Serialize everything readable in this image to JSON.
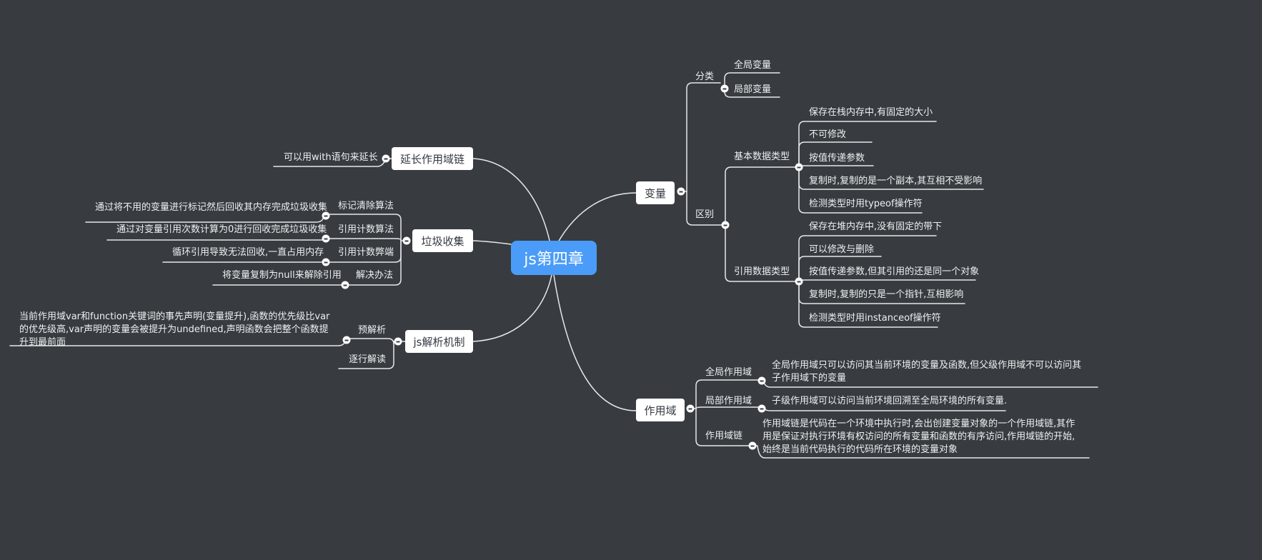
{
  "root": {
    "label": "js第四章"
  },
  "branches": {
    "bianliang": {
      "label": "变量",
      "fenlei": {
        "label": "分类",
        "items": [
          "全局变量",
          "局部变量"
        ]
      },
      "qubie": {
        "label": "区别",
        "jiben": {
          "label": "基本数据类型",
          "items": [
            "保存在栈内存中,有固定的大小",
            "不可修改",
            "按值传递参数",
            "复制时,复制的是一个副本,其互相不受影响",
            "检测类型时用typeof操作符"
          ]
        },
        "yinyong": {
          "label": "引用数据类型",
          "items": [
            "保存在堆内存中,没有固定的带下",
            "可以修改与删除",
            "按值传递参数,但其引用的还是同一个对象",
            "复制时,复制的只是一个指针,互相影响",
            "检测类型时用instanceof操作符"
          ]
        }
      }
    },
    "zuoyongyu": {
      "label": "作用域",
      "quanju": {
        "label": "全局作用域",
        "desc": "全局作用域只可以访问其当前环境的变量及函数,但父级作用域不可以访问其子作用域下的变量"
      },
      "jubu": {
        "label": "局部作用域",
        "desc": "子级作用域可以访问当前环境回溯至全局环境的所有变量."
      },
      "lian": {
        "label": "作用域链",
        "desc": "作用域链是代码在一个环境中执行时,会出创建变量对象的一个作用域链,其作用是保证对执行环境有权访问的所有变量和函数的有序访问,作用域链的开始,始终是当前代码执行的代码所在环境的变量对象"
      }
    },
    "yanchang": {
      "label": "延长作用域链",
      "child": "可以用with语句来延长"
    },
    "laji": {
      "label": "垃圾收集",
      "children": [
        {
          "label": "标记清除算法",
          "desc": "通过将不用的变量进行标记然后回收其内存完成垃圾收集"
        },
        {
          "label": "引用计数算法",
          "desc": "通过对变量引用次数计算为0进行回收完成垃圾收集"
        },
        {
          "label": "引用计数弊端",
          "desc": "循环引用导致无法回收,一直占用内存"
        },
        {
          "label": "解决办法",
          "desc": "将变量复制为null来解除引用"
        }
      ]
    },
    "jiexi": {
      "label": "js解析机制",
      "yujiexi": {
        "label": "预解析",
        "desc": "当前作用域var和function关键词的事先声明(变量提升),函数的优先级比var的优先级高,var声明的变量会被提升为undefined,声明函数会把整个函数提升到最前面"
      },
      "zhuhang": {
        "label": "逐行解读"
      }
    }
  },
  "colors": {
    "background": "#383c40",
    "line": "#e6e8ea",
    "root": "#4a9cf8",
    "node": "#ffffff"
  }
}
